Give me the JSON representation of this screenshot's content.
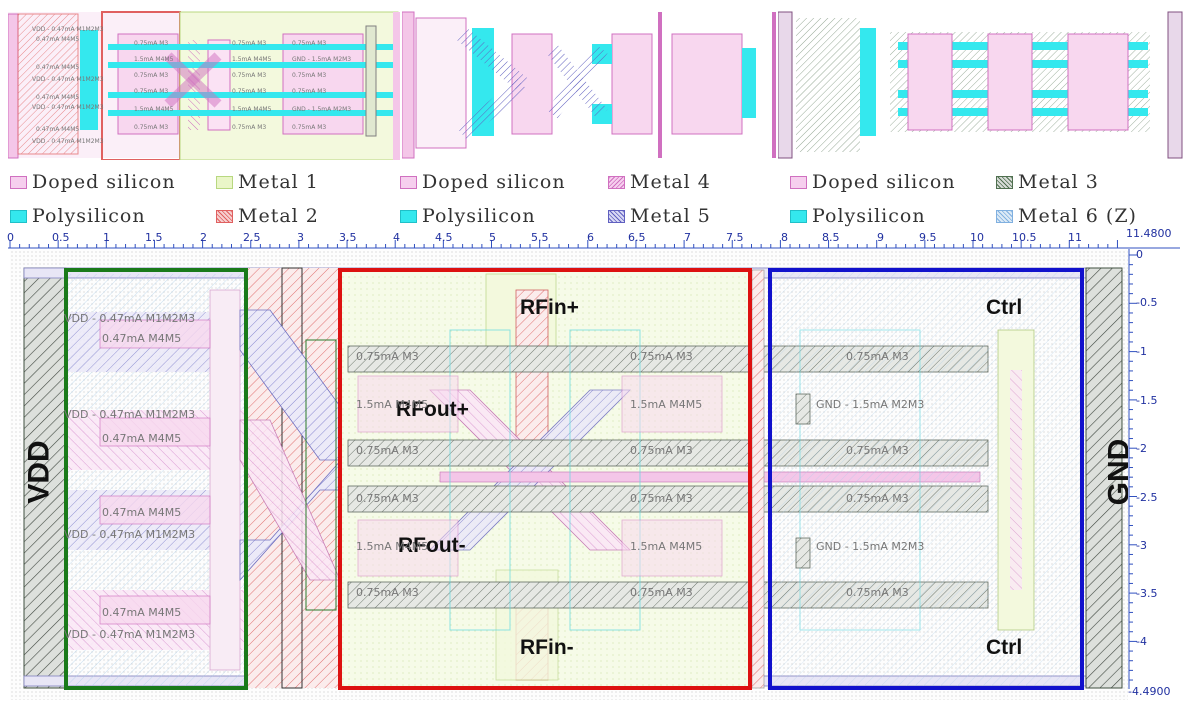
{
  "legend": {
    "col1": [
      {
        "label": "Doped silicon",
        "fill": "#f6cfee",
        "stroke": "#d070c0"
      },
      {
        "label": "Polysilicon",
        "fill": "#34e8ee",
        "stroke": "#20c0c8"
      }
    ],
    "col2": [
      {
        "label": "Metal 1",
        "fill": "#eaf6c8",
        "stroke": "#b8d880"
      },
      {
        "label": "Metal 2",
        "fill": "#f6d0d0",
        "stroke": "#e06060"
      }
    ],
    "col3": [
      {
        "label": "Doped silicon",
        "fill": "#f6cfee",
        "stroke": "#d070c0"
      },
      {
        "label": "Polysilicon",
        "fill": "#34e8ee",
        "stroke": "#20c0c8"
      }
    ],
    "col4": [
      {
        "label": "Metal 4",
        "fill": "#f6cfee",
        "stroke": "#d070c0"
      },
      {
        "label": "Metal 5",
        "fill": "#d8d8f4",
        "stroke": "#6060c0"
      }
    ],
    "col5": [
      {
        "label": "Doped silicon",
        "fill": "#f6cfee",
        "stroke": "#d070c0"
      },
      {
        "label": "Polysilicon",
        "fill": "#34e8ee",
        "stroke": "#20c0c8"
      }
    ],
    "col6": [
      {
        "label": "Metal 3",
        "fill": "#d8dcd8",
        "stroke": "#507050"
      },
      {
        "label": "Metal 6 (Z)",
        "fill": "#dceaf6",
        "stroke": "#80b0e0"
      }
    ]
  },
  "ruler": {
    "top_ticks": [
      "0",
      "0.5",
      "1",
      "1.5",
      "2",
      "2.5",
      "3",
      "3.5",
      "4",
      "4.5",
      "5",
      "5.5",
      "6",
      "6.5",
      "7",
      "7.5",
      "8",
      "8.5",
      "9",
      "9.5",
      "10",
      "10.5",
      "11"
    ],
    "top_end": "11.4800",
    "right_ticks": [
      "0",
      "-0.5",
      "-1",
      "-1.5",
      "-2",
      "-2.5",
      "-3",
      "-3.5",
      "-4"
    ],
    "right_end": "-4.4900"
  },
  "thumb1": {
    "vdd_labels": [
      "VDD - 0.47mA M1M2M3",
      "VDD - 0.47mA M1M2M3",
      "VDD - 0.47mA M1M2M3",
      "VDD - 0.47mA M1M2M3"
    ],
    "m4m5_labels": [
      "0.47mA M4M5",
      "0.47mA M4M5",
      "0.47mA M4M5",
      "0.47mA M4M5"
    ],
    "mid_labels": [
      "0.75mA M3",
      "1.5mA M4M5",
      "0.75mA M3",
      "0.75mA M3",
      "1.5mA M4M5",
      "0.75mA M3"
    ],
    "mid2_labels": [
      "0.75mA M3",
      "1.5mA M4M5",
      "0.75mA M3",
      "0.75mA M3",
      "1.5mA M4M5",
      "0.75mA M3"
    ],
    "right_labels": [
      "0.75mA M3",
      "GND - 1.5mA M2M3",
      "0.75mA M3",
      "0.75mA M3",
      "GND - 1.5mA M2M3",
      "0.75mA M3"
    ]
  },
  "main": {
    "region_labels": {
      "vdd": "VDD",
      "gnd": "GND",
      "rfin_plus": "RFin+",
      "rfin_minus": "RFin-",
      "rfout_plus": "RFout+",
      "rfout_minus": "RFout-",
      "ctrl_top": "Ctrl",
      "ctrl_bottom": "Ctrl"
    },
    "left_labels": {
      "vdd1": "VDD - 0.47mA M1M2M3",
      "m45_1": "0.47mA M4M5",
      "vdd2": "VDD - 0.47mA M1M2M3",
      "m45_2": "0.47mA M4M5",
      "m45_3": "0.47mA M4M5",
      "vdd3": "VDD - 0.47mA M1M2M3",
      "m45_4": "0.47mA M4M5",
      "vdd4": "VDD - 0.47mA M1M2M3"
    },
    "rows": {
      "r1a": "0.75mA M3",
      "r1b": "0.75mA M3",
      "r1c": "0.75mA M3",
      "r2a": "1.5mA M4M5",
      "r2b": "1.5mA M4M5",
      "r2c": "GND - 1.5mA M2M3",
      "r3a": "0.75mA M3",
      "r3b": "0.75mA M3",
      "r3c": "0.75mA M3",
      "r4a": "0.75mA M3",
      "r4b": "0.75mA M3",
      "r4c": "0.75mA M3",
      "r5a": "1.5mA M4M5",
      "r5b": "1.5mA M4M5",
      "r5c": "GND - 1.5mA M2M3",
      "r6a": "0.75mA M3",
      "r6b": "0.75mA M3",
      "r6c": "0.75mA M3"
    },
    "colors": {
      "green_box": "#1a7a1a",
      "red_box": "#dd1111",
      "blue_box": "#1111cc"
    }
  }
}
